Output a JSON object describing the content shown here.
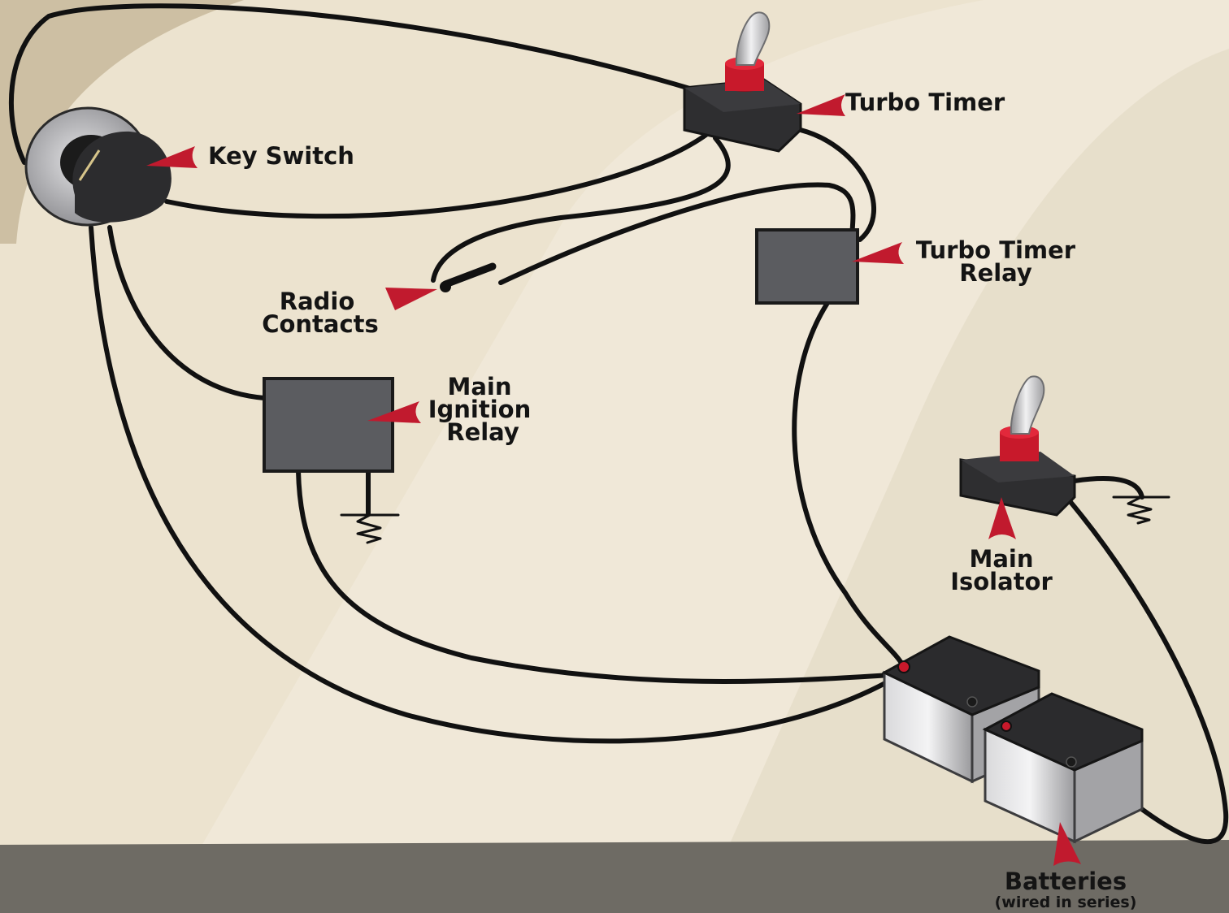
{
  "labels": {
    "turbo_timer": "Turbo Timer",
    "key_switch": "Key Switch",
    "radio_contacts": [
      "Radio",
      "Contacts"
    ],
    "turbo_timer_relay": [
      "Turbo Timer",
      "Relay"
    ],
    "main_ignition_relay": [
      "Main",
      "Ignition",
      "Relay"
    ],
    "main_isolator": [
      "Main",
      "Isolator"
    ],
    "batteries": "Batteries",
    "batteries_note": "(wired in series)"
  },
  "colors": {
    "background": "#ece3cf",
    "background_light": "#f2ebdb",
    "floor": "#6e6b64",
    "wire": "#111111",
    "relay_box": "#5b5c60",
    "callout_arrow": "#c11a2e",
    "toggle_collar": "#c8192b",
    "battery_body": "#b9b9bb"
  },
  "icons": [
    "key-switch-icon",
    "toggle-switch-icon",
    "relay-box-icon",
    "ground-symbol-icon",
    "battery-icon",
    "callout-arrow-icon"
  ]
}
